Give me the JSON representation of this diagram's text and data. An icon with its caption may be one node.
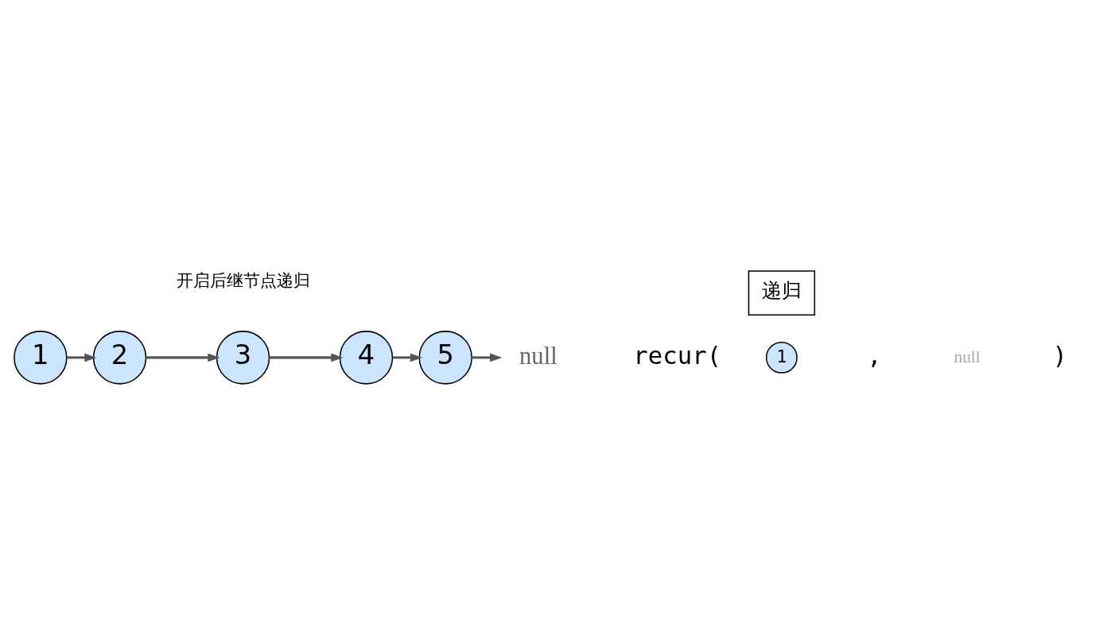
{
  "diagram": {
    "nodes": [
      {
        "text": [
          "1"
        ]
      },
      {
        "text": [
          "1"
        ]
      },
      {
        "text": [
          "2"
        ]
      },
      {
        "text": [
          "3"
        ]
      },
      {
        "text": [
          "4"
        ]
      },
      {
        "text": [
          "5"
        ]
      },
      {
        "text": [
          "null"
        ]
      },
      {
        "text": [
          "递归"
        ]
      }
    ],
    "edges": [
      {
        "from": 1,
        "to": 2,
        "arrow": "to"
      },
      {
        "from": 2,
        "to": 3,
        "arrow": "to"
      },
      {
        "from": 3,
        "to": 4,
        "arrow": "to"
      },
      {
        "from": 4,
        "to": 5,
        "arrow": "to"
      },
      {
        "from": 5,
        "to": 6,
        "arrow": "to"
      }
    ],
    "labels": [
      "recur(",
      ",",
      "null",
      ")",
      "开启后继节点递归"
    ]
  }
}
